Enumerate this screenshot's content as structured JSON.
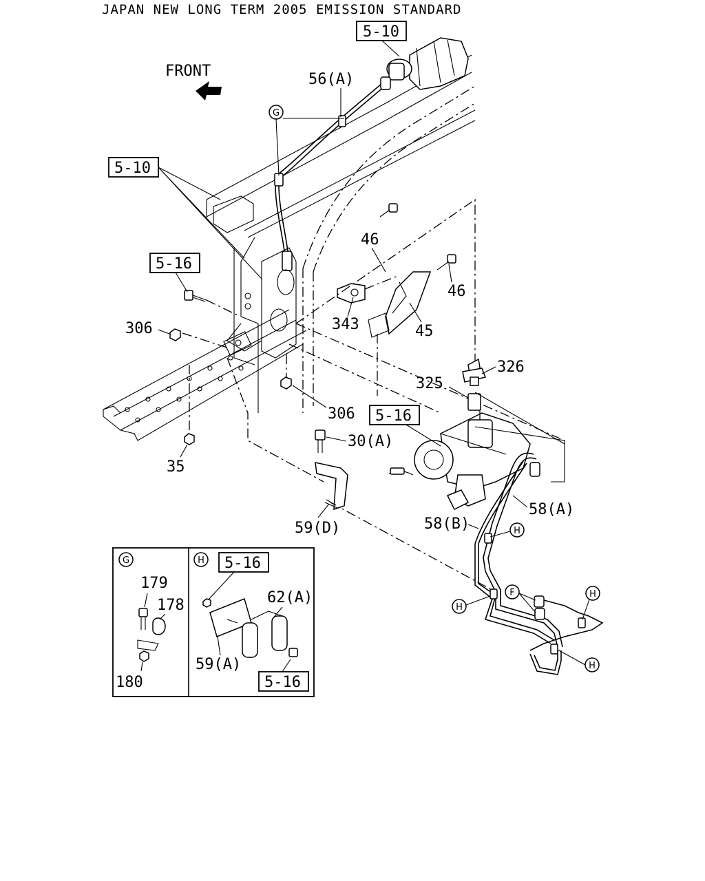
{
  "header": "JAPAN NEW LONG TERM 2005 EMISSION STANDARD",
  "front_label": "FRONT",
  "refs": {
    "r510_top": "5-10",
    "r510_left": "5-10",
    "r516_left": "5-16",
    "r516_mid": "5-16",
    "r516_inset_top": "5-16",
    "r516_inset_bottom": "5-16"
  },
  "labels": {
    "p56a": "56(A)",
    "p46a": "46",
    "p46b": "46",
    "p343": "343",
    "p45": "45",
    "p306a": "306",
    "p306b": "306",
    "p326": "326",
    "p325": "325",
    "p30a": "30(A)",
    "p35": "35",
    "p58a": "58(A)",
    "p58b": "58(B)",
    "p59d": "59(D)",
    "p179": "179",
    "p178": "178",
    "p180": "180",
    "p62a": "62(A)",
    "p59a": "59(A)"
  },
  "circles": {
    "g_main": "G",
    "g_inset": "G",
    "h_inset": "H",
    "h1": "H",
    "h2": "H",
    "h3": "H",
    "h4": "H",
    "f1": "F"
  }
}
